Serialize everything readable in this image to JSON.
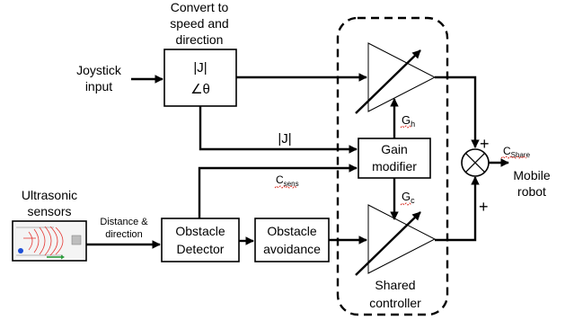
{
  "labels": {
    "convert_line1": "Convert to",
    "convert_line2": "speed and",
    "convert_line3": "direction",
    "joystick_line1": "Joystick",
    "joystick_line2": "input",
    "magnitude_symbol": "|J|",
    "angle_symbol": "∠θ",
    "magnitude_wire": "|J|",
    "ultrasonic_line1": "Ultrasonic",
    "ultrasonic_line2": "sensors",
    "distance_line1": "Distance &",
    "distance_line2": "direction",
    "obstacle_detector_line1": "Obstacle",
    "obstacle_detector_line2": "Detector",
    "obstacle_avoidance_line1": "Obstacle",
    "obstacle_avoidance_line2": "avoidance",
    "gain_modifier_line1": "Gain",
    "gain_modifier_line2": "modifier",
    "c_sens_main": "C",
    "c_sens_sub": "sens",
    "g_h_main": "G",
    "g_h_sub": "h",
    "g_c_main": "G",
    "g_c_sub": "c",
    "c_share_main": "C",
    "c_share_sub": "Share",
    "plus_top": "+",
    "plus_bottom": "+",
    "mobile_line1": "Mobile",
    "mobile_line2": "robot",
    "shared_line1": "Shared",
    "shared_line2": "controller"
  }
}
